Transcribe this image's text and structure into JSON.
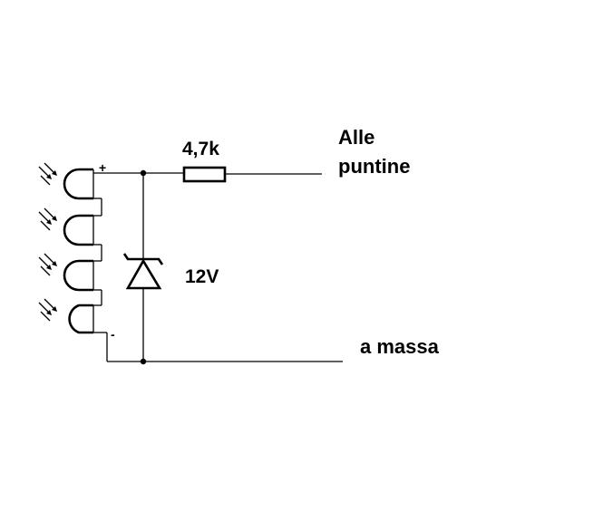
{
  "labels": {
    "resistor_value": "4,7k",
    "output_line1": "Alle",
    "output_line2": "puntine",
    "zener_voltage": "12V",
    "ground_label": "a massa",
    "plus_sign": "+",
    "minus_sign": "-"
  },
  "components": {
    "leds": [
      {
        "name": "led-1"
      },
      {
        "name": "led-2"
      },
      {
        "name": "led-3"
      },
      {
        "name": "led-4"
      }
    ]
  },
  "colors": {
    "ink": "#000000",
    "background": "#ffffff"
  }
}
